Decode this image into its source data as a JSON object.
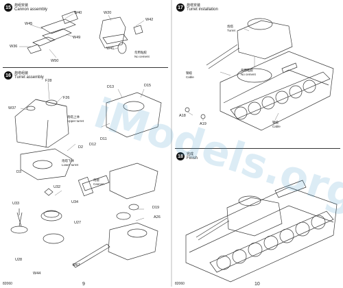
{
  "left": {
    "step15": {
      "num": "15",
      "title_cn": "炮组安装",
      "title_en": "Cannon assembly",
      "labels": {
        "w40": "W40",
        "w45": "W45",
        "w49": "W49",
        "w36": "W36",
        "w50": "W50",
        "w20": "W20",
        "w42": "W42",
        "w41": "W41",
        "nocement_cn": "勿用粘胶",
        "nocement_en": "No cement"
      }
    },
    "step16": {
      "num": "16",
      "title_cn": "炮塔组装",
      "title_en": "Turret assembly",
      "labels": {
        "f28": "F28",
        "f26": "F26",
        "w37": "W37",
        "upper_cn": "炮塔上体",
        "upper_en": "Upper turret",
        "d11": "D11",
        "d12": "D12",
        "d2": "D2",
        "lower_cn": "炮塔下体",
        "lower_en": "Lower turret",
        "d3": "D3",
        "d13": "D13",
        "d15": "D15",
        "u32": "U32",
        "u33": "U33",
        "u34": "U34",
        "u27": "U27",
        "u28": "U28",
        "cannon_cn": "炮管",
        "cannon_en": "Cannon",
        "d19": "D19",
        "a26": "A26",
        "w44": "W44",
        "m7": "M67"
      }
    },
    "footer_num": "82060",
    "page_num": "9"
  },
  "right": {
    "step17": {
      "num": "17",
      "title_cn": "炮塔安装",
      "title_en": "Turret installation",
      "labels": {
        "turret_cn": "炮塔",
        "turret_en": "Turret",
        "cable_cn": "钢缆",
        "cable_en": "Cable",
        "nocement_cn": "勿用粘胶",
        "nocement_en": "No cement",
        "a18": "A18",
        "a19": "A19",
        "cable2_cn": "钢缆",
        "cable2_en": "Cable"
      }
    },
    "step18": {
      "num": "18",
      "title_cn": "完成",
      "title_en": "Finish"
    },
    "footer_num": "82060",
    "page_num": "10"
  },
  "watermark": "iModels.org",
  "colors": {
    "ink": "#222222",
    "badge": "#111111",
    "watermark": "#3c96c8"
  }
}
